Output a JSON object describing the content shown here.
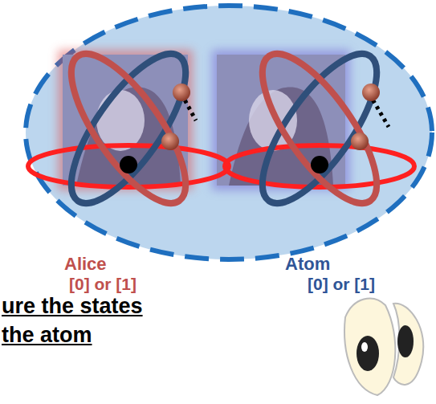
{
  "diagram": {
    "nodes": [
      {
        "text": [
          "Alice",
          "[0] or [1]"
        ]
      },
      {
        "text": [
          "Atom",
          "[0] or [1]"
        ]
      }
    ],
    "labels": [
      "ure the states",
      "the atom"
    ]
  }
}
